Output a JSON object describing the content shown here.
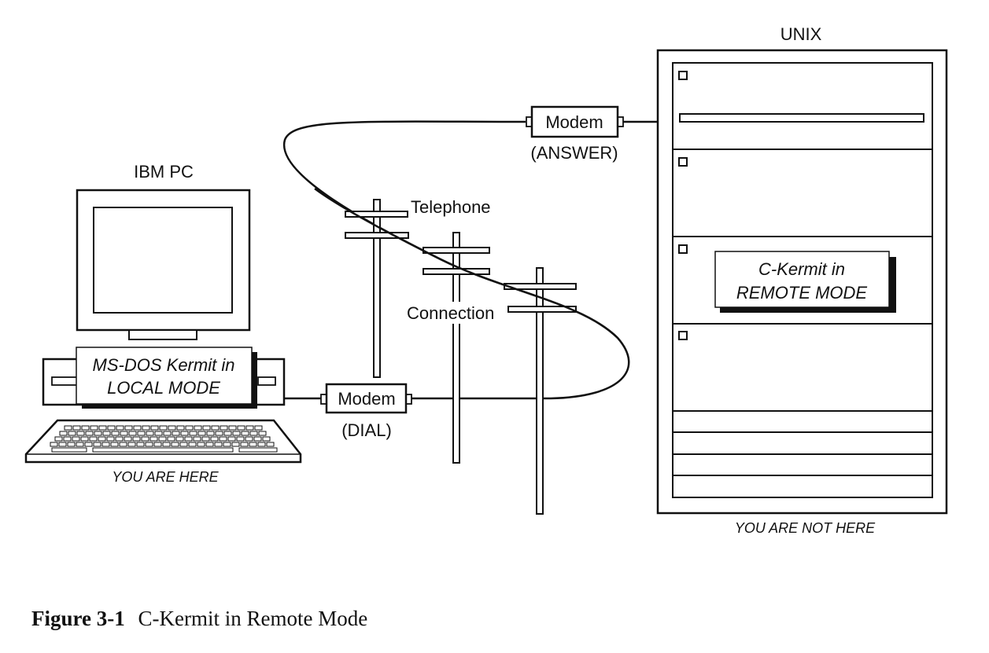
{
  "pc": {
    "title": "IBM PC",
    "screen_label_line1": "MS-DOS Kermit in",
    "screen_label_line2": "LOCAL MODE",
    "location": "YOU ARE HERE"
  },
  "unix": {
    "title": "UNIX",
    "label_line1": "C-Kermit in",
    "label_line2": "REMOTE MODE",
    "location": "YOU ARE NOT HERE"
  },
  "modem_dial": {
    "label": "Modem",
    "mode": "(DIAL)"
  },
  "modem_answer": {
    "label": "Modem",
    "mode": "(ANSWER)"
  },
  "connection": {
    "line1": "Telephone",
    "line2": "Connection"
  },
  "caption": {
    "number": "Figure 3-1",
    "text": "C-Kermit in Remote Mode"
  }
}
